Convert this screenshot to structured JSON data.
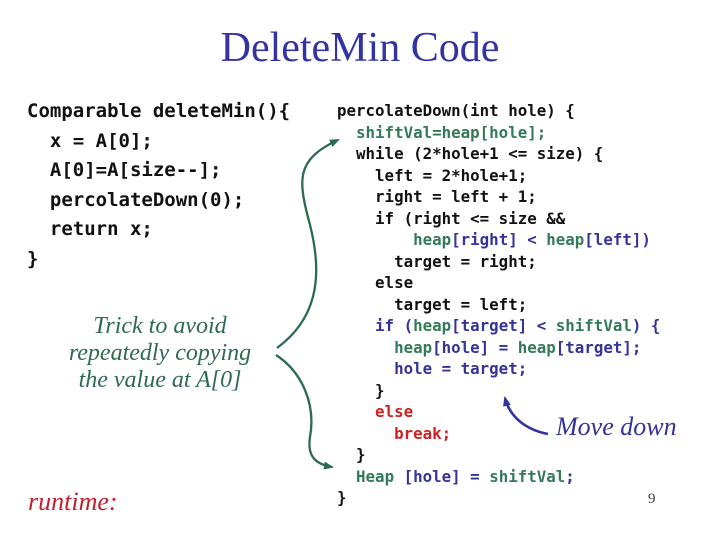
{
  "slide": {
    "title": "DeleteMin Code",
    "page_number": "9"
  },
  "colors": {
    "title_navy": "#3333a2",
    "code_black": "#111111",
    "code_navy": "#333399",
    "code_green": "#337a58",
    "code_red": "#cc2222",
    "note_green": "#2d6b4e",
    "label_navy": "#333399",
    "runtime_red": "#c02030",
    "arrow_green": "#2d6b4e",
    "arrow_blue": "#3434a0",
    "page_gray": "#404040"
  },
  "left_code": {
    "lines": [
      [
        {
          "t": "Comparable deleteMin(){",
          "c": "code_black"
        }
      ],
      [
        {
          "t": "  x = A[0];",
          "c": "code_black"
        }
      ],
      [
        {
          "t": "  A[0]=A[size--];",
          "c": "code_black"
        }
      ],
      [
        {
          "t": "  percolateDown(0);",
          "c": "code_black"
        }
      ],
      [
        {
          "t": "  return x;",
          "c": "code_black"
        }
      ],
      [
        {
          "t": "}",
          "c": "code_black"
        }
      ]
    ]
  },
  "right_code": {
    "lines": [
      [
        {
          "t": "percolateDown(int hole) {",
          "c": "code_black"
        }
      ],
      [
        {
          "t": "  shiftVal=heap[hole];",
          "c": "code_green"
        }
      ],
      [
        {
          "t": "  while (2*hole+1 <= size) {",
          "c": "code_black"
        }
      ],
      [
        {
          "t": "    left = 2*hole+1;",
          "c": "code_black"
        }
      ],
      [
        {
          "t": "    right = left + 1;",
          "c": "code_black"
        }
      ],
      [
        {
          "t": "    if (right <= size &&",
          "c": "code_black"
        }
      ],
      [
        {
          "t": "        ",
          "c": "code_black"
        },
        {
          "t": "heap",
          "c": "code_green"
        },
        {
          "t": "[right] < ",
          "c": "code_navy"
        },
        {
          "t": "heap",
          "c": "code_green"
        },
        {
          "t": "[left])",
          "c": "code_navy"
        }
      ],
      [
        {
          "t": "      target = right;",
          "c": "code_black"
        }
      ],
      [
        {
          "t": "    else",
          "c": "code_black"
        }
      ],
      [
        {
          "t": "      target = left;",
          "c": "code_black"
        }
      ],
      [
        {
          "t": "    if (",
          "c": "code_navy"
        },
        {
          "t": "heap",
          "c": "code_green"
        },
        {
          "t": "[target] < ",
          "c": "code_navy"
        },
        {
          "t": "shiftVal",
          "c": "code_green"
        },
        {
          "t": ") {",
          "c": "code_navy"
        }
      ],
      [
        {
          "t": "      ",
          "c": "code_navy"
        },
        {
          "t": "heap",
          "c": "code_green"
        },
        {
          "t": "[hole] = ",
          "c": "code_navy"
        },
        {
          "t": "heap",
          "c": "code_green"
        },
        {
          "t": "[target];",
          "c": "code_navy"
        }
      ],
      [
        {
          "t": "      hole = target;",
          "c": "code_navy"
        }
      ],
      [
        {
          "t": "    }",
          "c": "code_black"
        }
      ],
      [
        {
          "t": "    else",
          "c": "code_red"
        }
      ],
      [
        {
          "t": "      break;",
          "c": "code_red"
        }
      ],
      [
        {
          "t": "  }",
          "c": "code_black"
        }
      ],
      [
        {
          "t": "  ",
          "c": "code_black"
        },
        {
          "t": "Heap",
          "c": "code_green"
        },
        {
          "t": " [hole] = ",
          "c": "code_navy"
        },
        {
          "t": "shiftVal",
          "c": "code_green"
        },
        {
          "t": ";",
          "c": "code_navy"
        }
      ],
      [
        {
          "t": "}",
          "c": "code_black"
        }
      ]
    ]
  },
  "annotations": {
    "trick_note": {
      "line1": "Trick to avoid",
      "line2": "repeatedly copying",
      "line3": "the value at A[0]"
    },
    "move_down_label": "Move down",
    "runtime_label": "runtime:"
  }
}
